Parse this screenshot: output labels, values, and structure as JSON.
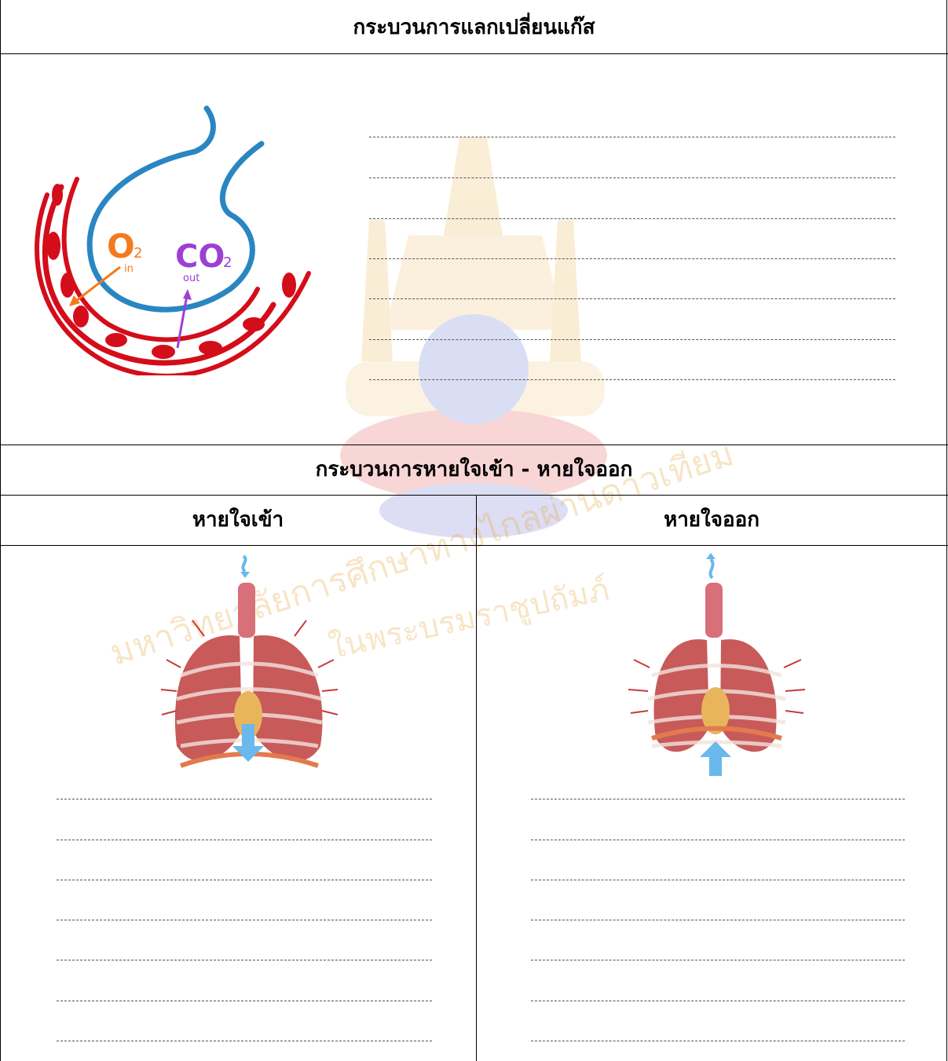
{
  "sections": {
    "gas_exchange": {
      "title": "กระบวนการแลกเปลี่ยนแก๊ส",
      "diagram": {
        "o2_label": "O",
        "o2_sub": "2",
        "o2_dir": "in",
        "co2_label": "CO",
        "co2_sub": "2",
        "co2_dir": "out",
        "colors": {
          "vessel": "#d40d1b",
          "alveolus": "#2a86c2",
          "o2": "#f47a1e",
          "co2": "#9b3fd6"
        }
      },
      "answer_lines": 7
    },
    "breathing": {
      "title": "กระบวนการหายใจเข้า - หายใจออก",
      "inhale": {
        "title": "หายใจเข้า",
        "answer_lines": 7,
        "arrow_direction": "down"
      },
      "exhale": {
        "title": "หายใจออก",
        "answer_lines": 7,
        "arrow_direction": "up"
      }
    }
  },
  "watermark": {
    "text_line1": "มหาวิทยาลัยการศึกษาทางไกลผ่านดาวเทียม",
    "text_line2": "ในพระบรมราชูปถัมภ์",
    "color": "#e6a63a"
  }
}
